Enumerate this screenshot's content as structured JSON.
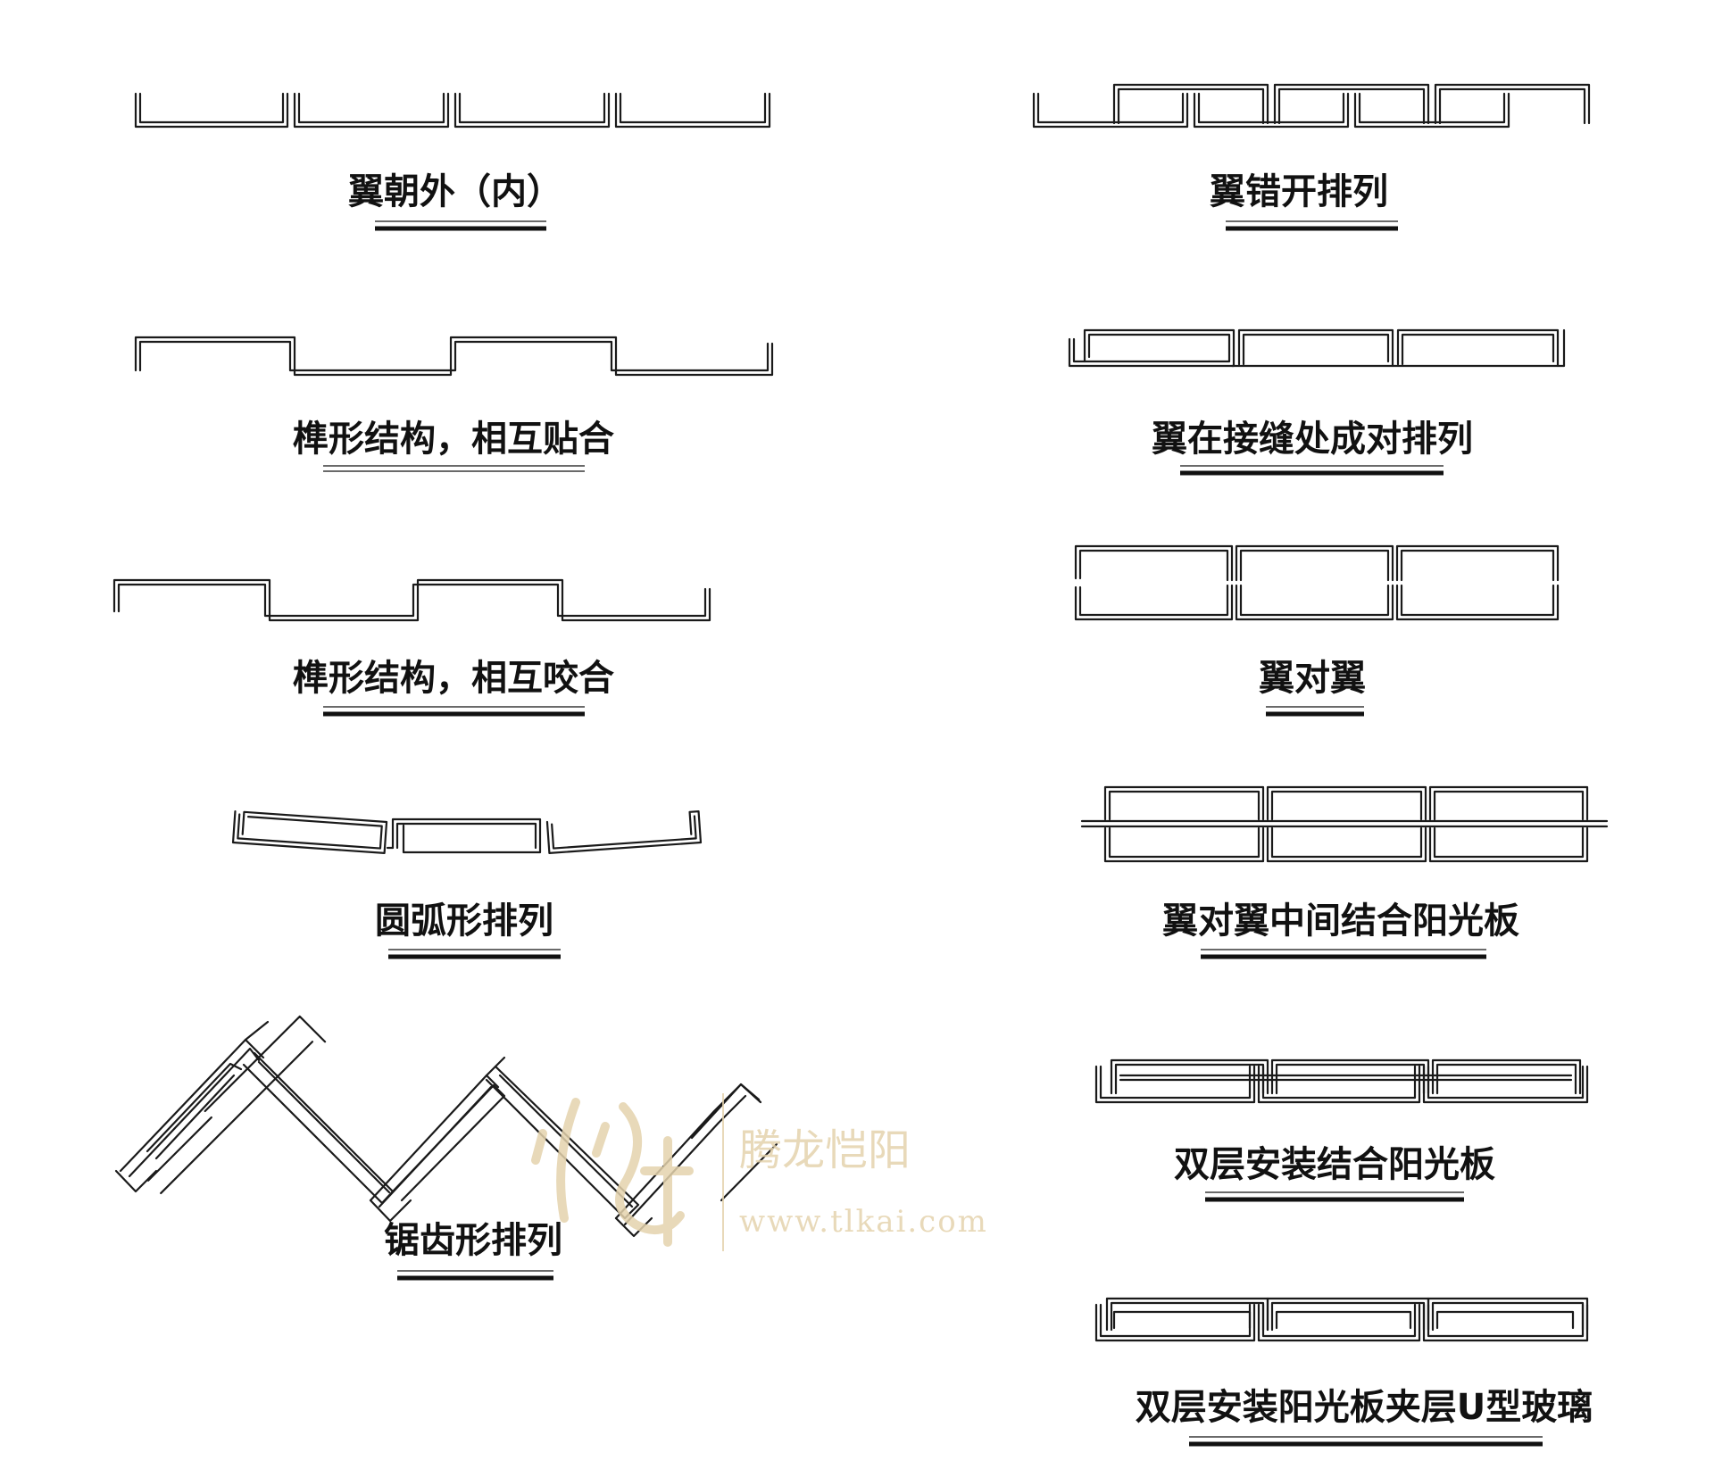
{
  "diagrams": [
    {
      "id": "wing-outward",
      "label": "翼朝外（内）"
    },
    {
      "id": "wing-staggered",
      "label": "翼错开排列"
    },
    {
      "id": "tenon-fit",
      "label": "榫形结构，相互贴合"
    },
    {
      "id": "wing-paired-at-joint",
      "label": "翼在接缝处成对排列"
    },
    {
      "id": "tenon-interlock",
      "label": "榫形结构，相互咬合"
    },
    {
      "id": "wing-to-wing",
      "label": "翼对翼"
    },
    {
      "id": "arc",
      "label": "圆弧形排列"
    },
    {
      "id": "wing-to-wing-sunboard",
      "label": "翼对翼中间结合阳光板"
    },
    {
      "id": "sawtooth",
      "label": "锯齿形排列"
    },
    {
      "id": "double-layer-sunboard",
      "label": "双层安装结合阳光板"
    },
    {
      "id": "double-layer-u-glass",
      "label": "双层安装阳光板夹层U型玻璃"
    }
  ],
  "watermark": {
    "brand": "腾龙恺阳",
    "url": "www.tlkai.com",
    "color": "#e4d3ad"
  }
}
